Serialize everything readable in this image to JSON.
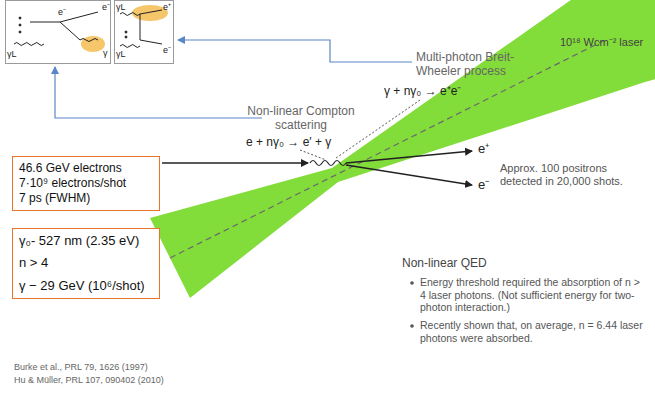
{
  "diagram": {
    "nodes": [
      {
        "text": [
          "e⁻",
          "e⁻",
          "γL",
          "γ"
        ]
      },
      {
        "text": [
          "γL",
          "e⁺",
          "e⁻",
          "γL"
        ]
      },
      {
        "text": [
          "46.6 GeV electrons",
          "7·10⁹ electrons/shot",
          "7 ps (FWHM)"
        ]
      },
      {
        "text": [
          "γ₀- 527 nm (2.35 eV)",
          "n > 4",
          "γ − 29 GeV (10⁶/shot)"
        ]
      }
    ],
    "labels": [
      "Multi-photon Breit-Wheeler process",
      "γ + nγ₀ → e⁺e⁻",
      "Non-linear Compton scattering",
      "e + nγ₀ → e′ + γ",
      "10¹⁸ Wcm⁻² laser",
      "e⁺",
      "e⁻",
      "Approx. 100 positrons detected in 20,000 shots.",
      "Non-linear QED",
      "Energy threshold required the absorption of n > 4 laser photons. (Not sufficient energy for two-photon interaction.)",
      "Recently shown that, on average, n = 6.44 laser photons were absorbed.",
      "Burke et al., PRL 79, 1626 (1997)",
      "Hu & Müller, PRL 107, 090402 (2010)"
    ]
  }
}
